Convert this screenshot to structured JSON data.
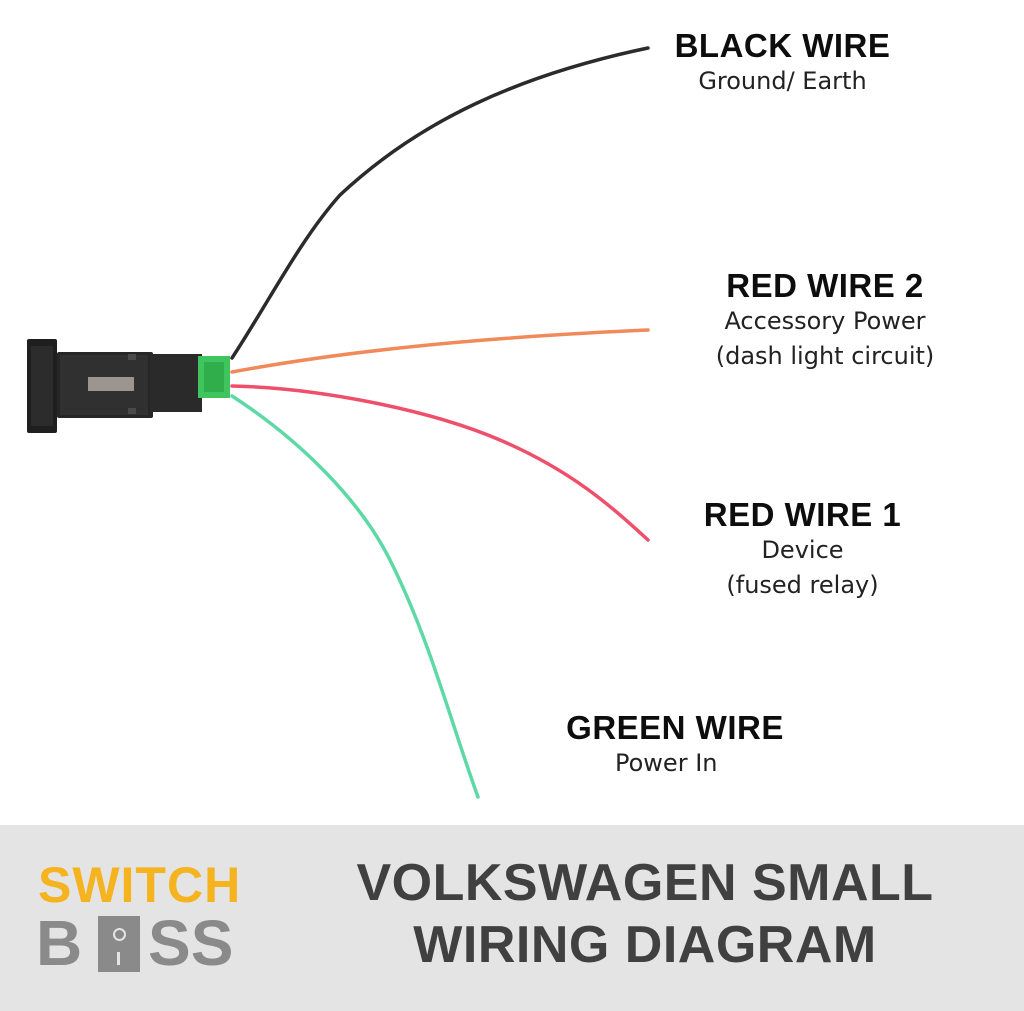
{
  "wires": {
    "black": {
      "title": "BLACK WIRE",
      "desc": [
        "Ground/ Earth"
      ],
      "color": "#2b2b2b"
    },
    "red2": {
      "title": "RED WIRE 2",
      "desc": [
        "Accessory Power",
        "(dash light circuit)"
      ],
      "color": "#f07a5a"
    },
    "red1": {
      "title": "RED WIRE 1",
      "desc": [
        "Device",
        "(fused relay)"
      ],
      "color": "#ee4f6a"
    },
    "green": {
      "title": "GREEN WIRE",
      "desc": [
        "Power In"
      ],
      "color": "#5ed9a6"
    }
  },
  "brand": {
    "line1": "SWITCH",
    "line2_left": "B",
    "line2_right": "SS",
    "accent": "#f5b31f",
    "grey": "#8a8a8a"
  },
  "footer": {
    "title_line1": "VOLKSWAGEN SMALL",
    "title_line2": "WIRING DIAGRAM",
    "background": "#e4e4e4"
  }
}
